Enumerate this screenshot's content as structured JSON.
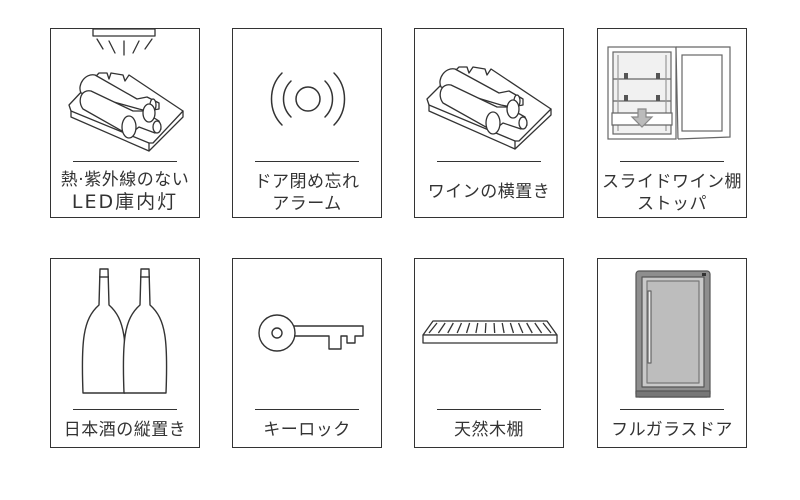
{
  "features": [
    {
      "id": "led",
      "icon": "led-light-icon",
      "lines": [
        "熱·紫外線のない",
        "LED庫内灯"
      ]
    },
    {
      "id": "alarm",
      "icon": "door-alarm-icon",
      "lines": [
        "ドア閉め忘れ",
        "アラーム"
      ]
    },
    {
      "id": "horizontal",
      "icon": "horizontal-bottles-icon",
      "lines": [
        "ワインの横置き"
      ]
    },
    {
      "id": "slide",
      "icon": "sliding-shelf-icon",
      "lines": [
        "スライドワイン棚",
        "ストッパ"
      ]
    },
    {
      "id": "sake",
      "icon": "upright-bottles-icon",
      "lines": [
        "日本酒の縦置き"
      ]
    },
    {
      "id": "lock",
      "icon": "key-icon",
      "lines": [
        "キーロック"
      ]
    },
    {
      "id": "wood",
      "icon": "wooden-shelf-icon",
      "lines": [
        "天然木棚"
      ]
    },
    {
      "id": "glass",
      "icon": "glass-door-icon",
      "lines": [
        "フルガラスドア"
      ]
    }
  ]
}
